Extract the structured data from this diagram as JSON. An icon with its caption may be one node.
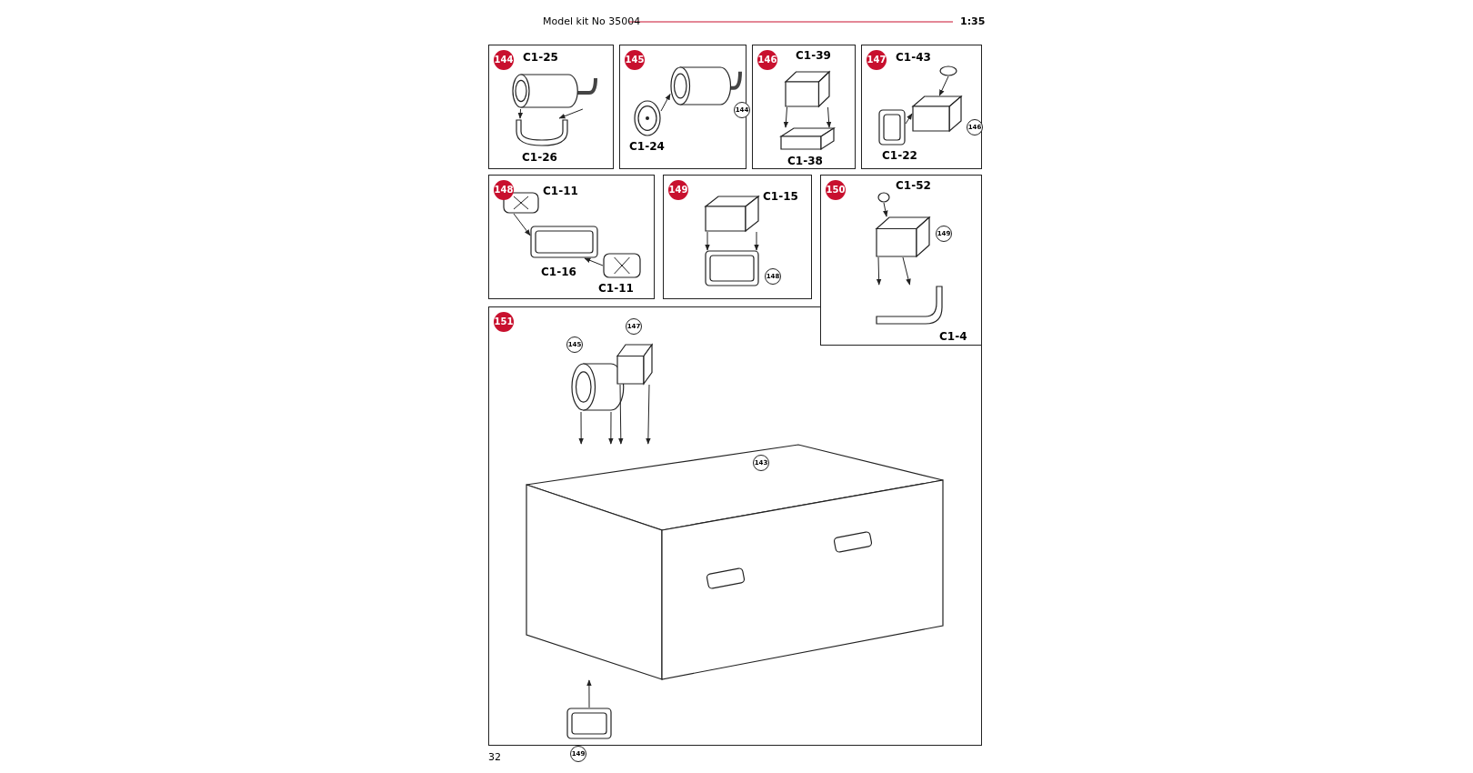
{
  "diagram": {
    "nodes": [
      {
        "text": [
          "144"
        ]
      },
      {
        "text": [],
        "shape": "cylinder",
        "in": 0,
        "beside": [
          "C1-25"
        ]
      },
      {
        "text": [],
        "shape": "picture",
        "in": 0,
        "beside": [
          "C1-26"
        ]
      },
      {
        "text": [
          "145"
        ]
      },
      {
        "text": [],
        "shape": "picture",
        "in": 3,
        "beside": [
          "C1-24"
        ]
      },
      {
        "text": [],
        "shape": "cylinder",
        "in": 3,
        "beside": [
          "144"
        ]
      },
      {
        "text": [
          "146"
        ]
      },
      {
        "text": [],
        "shape": "box",
        "in": 6,
        "beside": [
          "C1-39"
        ]
      },
      {
        "text": [],
        "shape": "picture",
        "in": 6,
        "beside": [
          "C1-38"
        ]
      },
      {
        "text": [
          "147"
        ]
      },
      {
        "text": [],
        "shape": "circle",
        "in": 9,
        "beside": [
          "C1-43"
        ]
      },
      {
        "text": [],
        "shape": "box",
        "in": 9,
        "beside": [
          "146"
        ]
      },
      {
        "text": [],
        "shape": "picture",
        "in": 9,
        "beside": [
          "C1-22"
        ]
      },
      {
        "text": [
          "148"
        ]
      },
      {
        "text": [],
        "shape": "picture",
        "in": 13,
        "beside": [
          "C1-11"
        ]
      },
      {
        "text": [],
        "shape": "picture",
        "in": 13,
        "beside": [
          "C1-16"
        ]
      },
      {
        "text": [],
        "shape": "picture",
        "in": 13,
        "beside": [
          "C1-11"
        ]
      },
      {
        "text": [
          "149"
        ]
      },
      {
        "text": [],
        "shape": "box",
        "in": 17,
        "beside": [
          "C1-15"
        ]
      },
      {
        "text": [],
        "shape": "picture",
        "in": 17,
        "beside": [
          "148"
        ]
      },
      {
        "text": [
          "150"
        ]
      },
      {
        "text": [],
        "shape": "circle",
        "in": 20,
        "beside": [
          "C1-52"
        ]
      },
      {
        "text": [],
        "shape": "box",
        "in": 20,
        "beside": [
          "149"
        ]
      },
      {
        "text": [],
        "shape": "picture",
        "in": 20,
        "beside": [
          "C1-4"
        ]
      },
      {
        "text": [
          "151"
        ]
      },
      {
        "text": [],
        "shape": "picture",
        "in": 24,
        "beside": [
          "143"
        ]
      },
      {
        "text": [],
        "shape": "cylinder",
        "in": 24,
        "beside": [
          "145"
        ]
      },
      {
        "text": [],
        "shape": "box",
        "in": 24,
        "beside": [
          "147"
        ]
      },
      {
        "text": [],
        "shape": "picture",
        "in": 24,
        "beside": [
          "149"
        ]
      }
    ],
    "edges": [
      {
        "from": 1,
        "to": 2,
        "arrow": "to"
      },
      {
        "from": 1,
        "to": 2,
        "arrow": "to"
      },
      {
        "from": 4,
        "to": 5,
        "arrow": "to"
      },
      {
        "from": 7,
        "to": 8,
        "arrow": "to"
      },
      {
        "from": 7,
        "to": 8,
        "arrow": "to"
      },
      {
        "from": 10,
        "to": 11,
        "arrow": "to"
      },
      {
        "from": 12,
        "to": 11,
        "arrow": "to"
      },
      {
        "from": 14,
        "to": 15,
        "arrow": "to"
      },
      {
        "from": 16,
        "to": 15,
        "arrow": "to"
      },
      {
        "from": 18,
        "to": 19,
        "arrow": "to"
      },
      {
        "from": 18,
        "to": 19,
        "arrow": "to"
      },
      {
        "from": 21,
        "to": 22,
        "arrow": "to"
      },
      {
        "from": 22,
        "to": 23,
        "arrow": "to"
      },
      {
        "from": 22,
        "to": 23,
        "arrow": "to"
      },
      {
        "from": 26,
        "to": 25,
        "arrow": "to"
      },
      {
        "from": 26,
        "to": 25,
        "arrow": "to"
      },
      {
        "from": 27,
        "to": 25,
        "arrow": "to"
      },
      {
        "from": 27,
        "to": 25,
        "arrow": "to"
      },
      {
        "from": 28,
        "to": 25,
        "arrow": "to"
      }
    ],
    "labels": [
      "Model kit No 35004",
      "1:35",
      "32"
    ]
  }
}
